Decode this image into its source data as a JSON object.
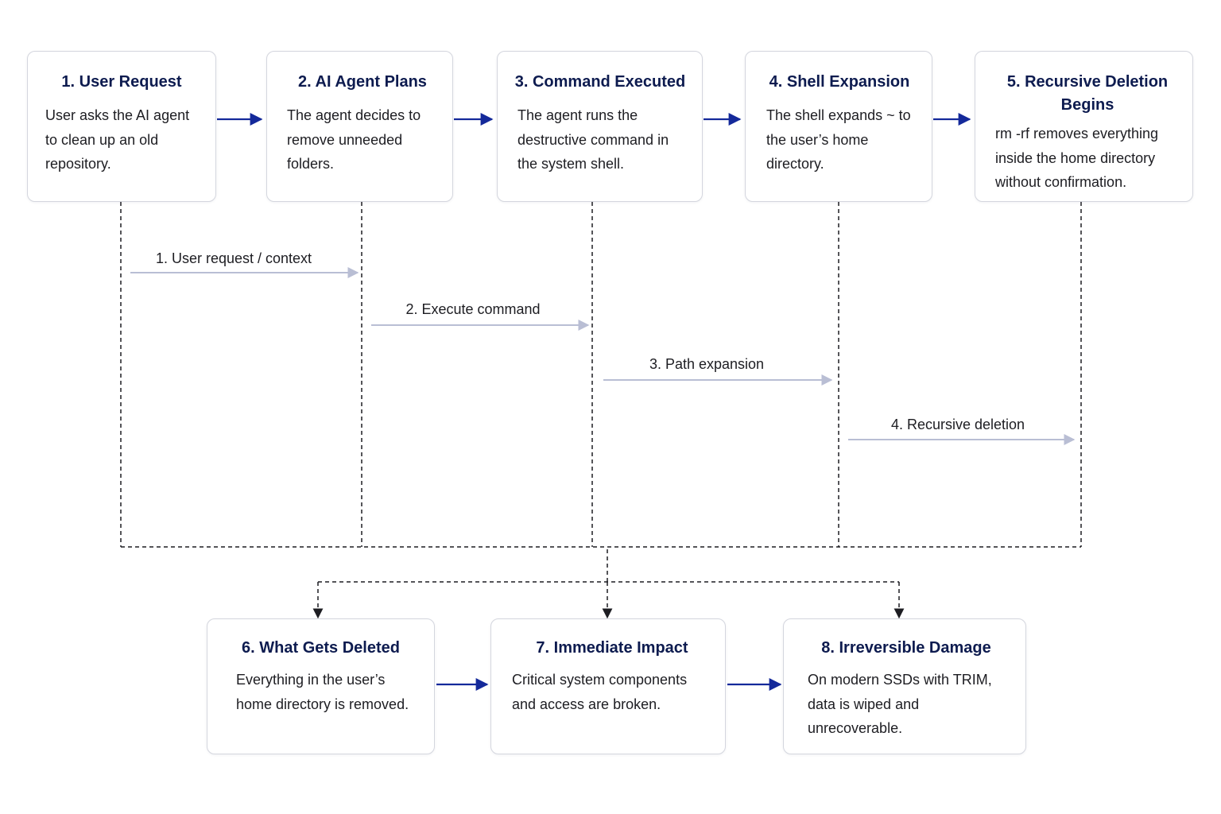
{
  "colors": {
    "box_border": "#d4d6de",
    "title": "#0d1b4f",
    "arrow_main": "#14299a",
    "message_arrow": "#b9bed4",
    "dashed": "#1d1d22"
  },
  "stages": [
    {
      "title": "1. User Request",
      "body": "User asks the AI agent to clean up an old repository."
    },
    {
      "title": "2. AI Agent Plans",
      "body": "The agent decides to remove unneeded folders."
    },
    {
      "title": "3. Command Executed",
      "body": "The agent runs the destructive command in the system shell."
    },
    {
      "title": "4. Shell Expansion",
      "body": "The shell expands ~ to the user’s home directory."
    },
    {
      "title": "5. Recursive Deletion Begins",
      "body": "rm -rf removes everything inside the home directory without confirmation."
    }
  ],
  "messages": [
    {
      "label": "1. User request / context"
    },
    {
      "label": "2. Execute command"
    },
    {
      "label": "3. Path expansion"
    },
    {
      "label": "4. Recursive deletion"
    }
  ],
  "outcomes": [
    {
      "title": "6. What Gets Deleted",
      "body": "Everything in the user’s home directory is removed."
    },
    {
      "title": "7. Immediate Impact",
      "body": "Critical system components and access are broken."
    },
    {
      "title": "8. Irreversible Damage",
      "body": "On modern SSDs with TRIM, data is wiped and unrecoverable."
    }
  ]
}
